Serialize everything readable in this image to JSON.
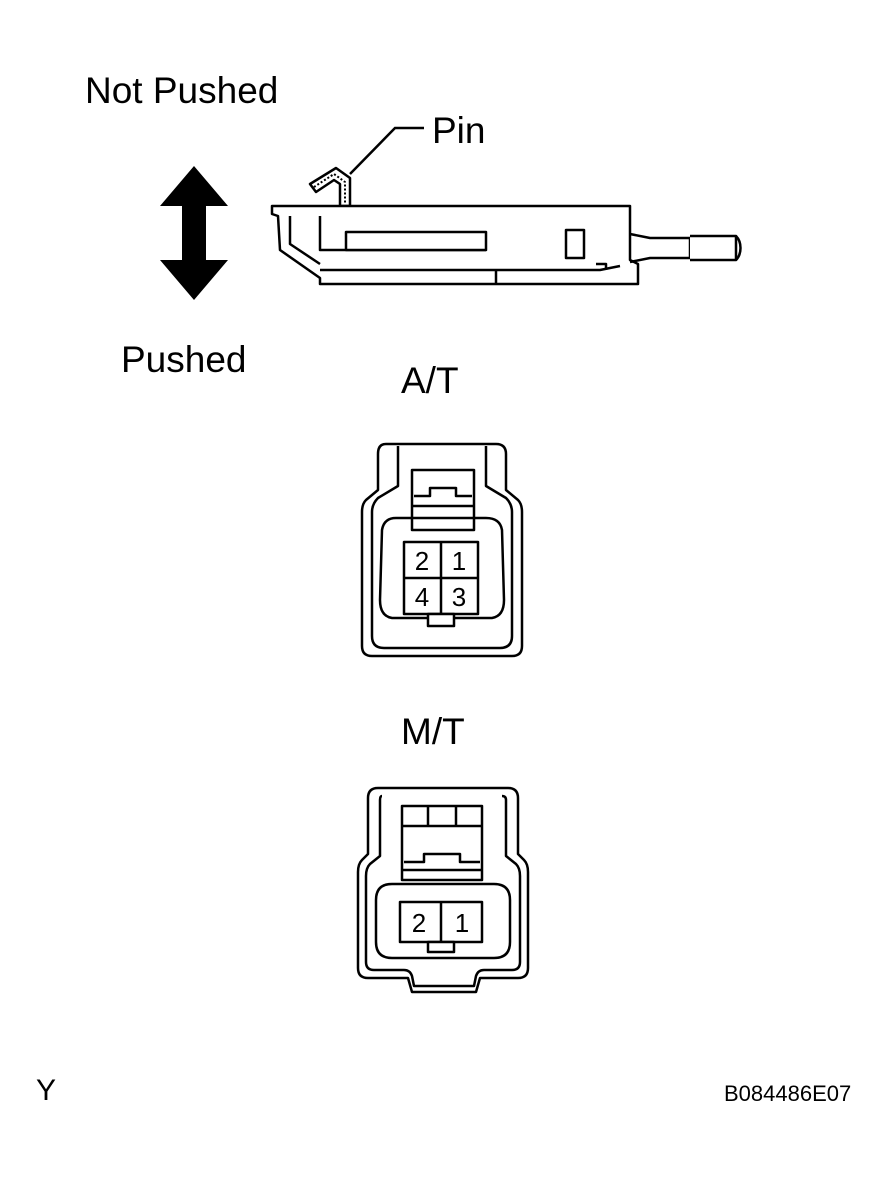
{
  "labels": {
    "not_pushed": "Not Pushed",
    "pushed": "Pushed",
    "pin": "Pin",
    "at": "A/T",
    "mt": "M/T",
    "corner_mark": "Y",
    "figure_code": "B084486E07"
  },
  "at_connector": {
    "terminals": [
      "2",
      "1",
      "4",
      "3"
    ]
  },
  "mt_connector": {
    "terminals": [
      "2",
      "1"
    ]
  }
}
